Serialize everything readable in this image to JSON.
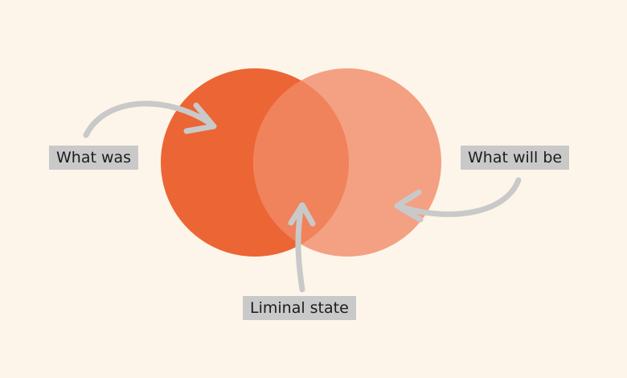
{
  "labels": {
    "what_was": "What was",
    "what_will_be": "What will be",
    "liminal_state": "Liminal state"
  },
  "colors": {
    "background": "#fdf5e9",
    "past_circle": "#ec6534",
    "future_circle": "#f4a083",
    "overlap": "#f0825c",
    "arrow": "#c9c9c9",
    "label_bg": "#c9c9c9",
    "label_text": "#1c1c1c"
  }
}
